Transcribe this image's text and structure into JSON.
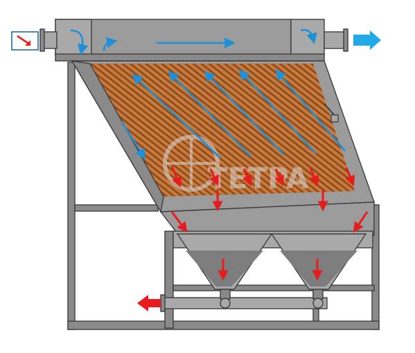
{
  "watermark": {
    "text": "TETPA",
    "color": "#d9d9d9"
  },
  "colors": {
    "steel_dark": "#6d6d6d",
    "steel_mid": "#8a8a8a",
    "steel_light": "#a9a9a9",
    "steel_face": "#9b9b9b",
    "frame_outline": "#3d3d3d",
    "plates_base": "#c87a3c",
    "plates_stripe": "#8a4a1c",
    "sludge": "#7d7d7d",
    "flow_water": "#1e90d8",
    "flow_sludge": "#e81c1c",
    "outlet_arrow": "#21a9e6",
    "background": "#ffffff"
  },
  "legend_icon": {
    "name": "inlet-arrow-icon"
  },
  "flows": {
    "clarified_water_direction": "up-along-plates",
    "sludge_direction": "down-to-hoppers",
    "inlet": "left-top",
    "water_outlet": "right-top",
    "sludge_outlet": "left-bottom"
  }
}
